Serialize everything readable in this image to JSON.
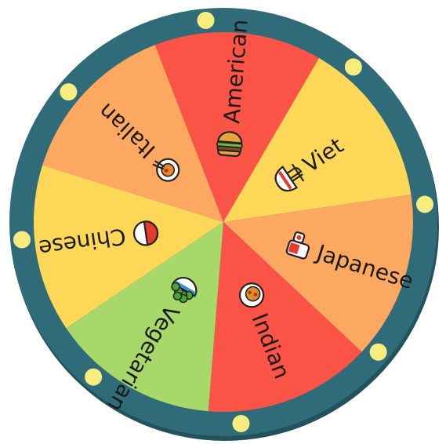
{
  "wheel": {
    "rim_color": "#2f6b78",
    "rim_shadow_color": "#22535d",
    "light_color": "#f7ec7e",
    "light_count": 8,
    "segments": [
      {
        "label": "Chinese",
        "color": "#fdd858",
        "icon": "rice-bowl-icon"
      },
      {
        "label": "Italian",
        "color": "#fda860",
        "icon": "pasta-icon"
      },
      {
        "label": "American",
        "color": "#fb5446",
        "icon": "hamburger-icon"
      },
      {
        "label": "Viet",
        "color": "#fdd858",
        "icon": "pho-noodle-bowl-icon"
      },
      {
        "label": "Japanese",
        "color": "#fda860",
        "icon": "sushi-icon"
      },
      {
        "label": "Indian",
        "color": "#fb5446",
        "icon": "curry-icon"
      },
      {
        "label": "Vegetarian",
        "color": "#a8d86a",
        "icon": "salad-bowl-icon"
      }
    ]
  }
}
